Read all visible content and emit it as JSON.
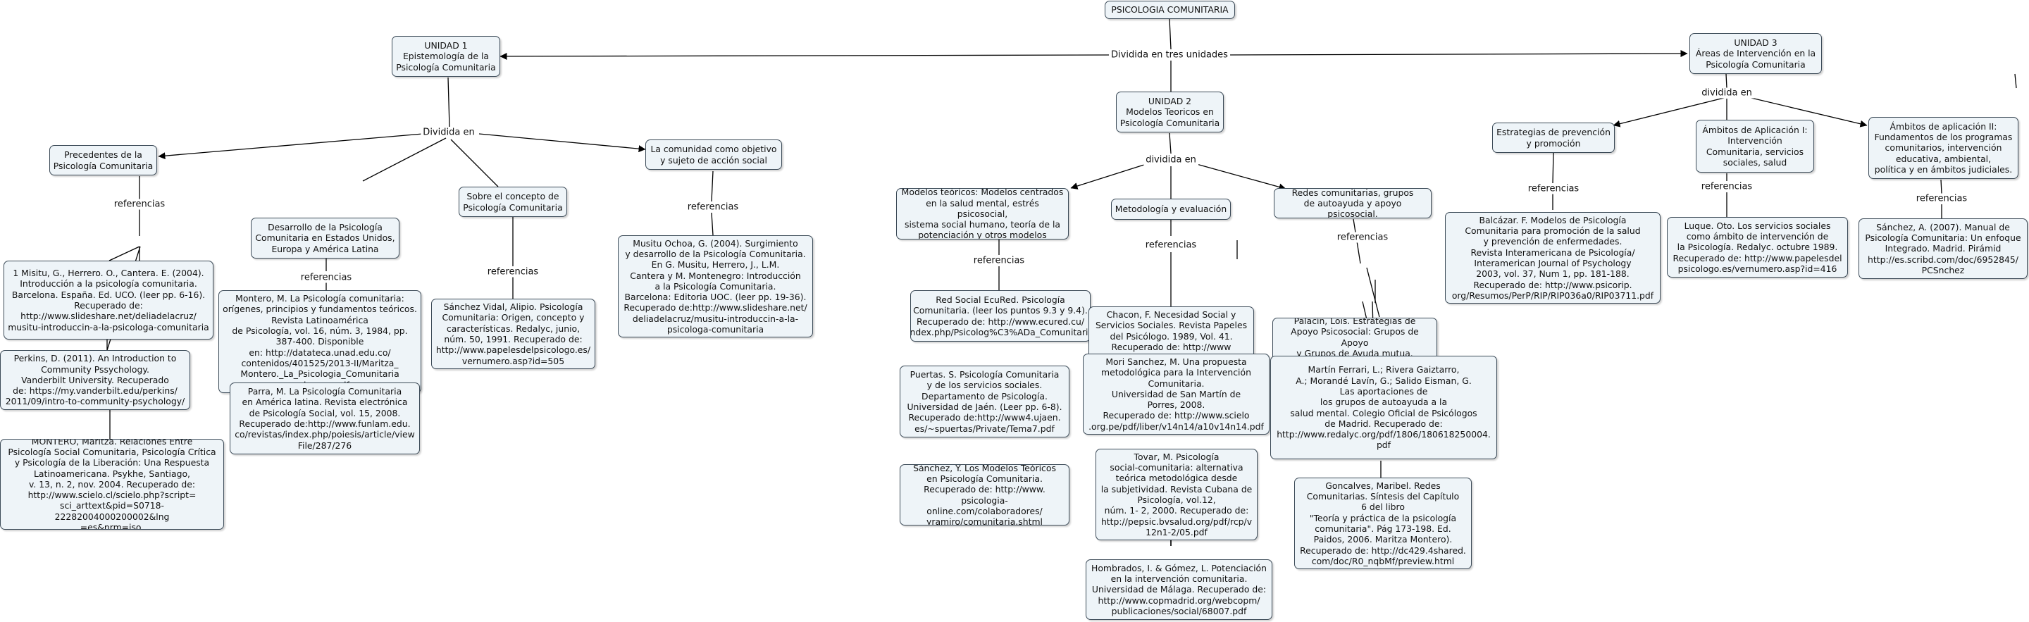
{
  "map": {
    "root": "PSICOLOGIA COMUNITARIA",
    "unidad1": "UNIDAD 1\nEpistemología de la\nPsicología Comunitaria",
    "unidad2": "UNIDAD 2\nModelos Teoricos en\nPsicología Comunitaria",
    "unidad3": "UNIDAD 3\nÁreas de Intervención en la\nPsicología Comunitaria",
    "u1_precedentes": "Precedentes de la\nPsicología Comunitaria",
    "u1_desarrollo": "Desarrollo de la Psicología\nComunitaria en Estados Unidos,\nEuropa y América Latina",
    "u1_concepto": "Sobre el concepto de\nPsicología Comunitaria",
    "u1_comunidad": "La comunidad como objetivo\ny sujeto de acción social",
    "u2_modelos": "Modelos teóricos: Modelos centrados\nen la salud mental, estrés psicosocial,\nsistema social humano, teoría de la\npotenciación y otros modelos",
    "u2_metodologia": "Metodología y evaluación",
    "u2_redes": "Redes comunitarias, grupos\nde autoayuda y apoyo psicosocial.",
    "u3_prevencion": "Estrategias de prevención\ny promoción",
    "u3_ambitos1": "Ámbitos de Aplicación I:\nIntervención\nComunitaria, servicios\nsociales, salud",
    "u3_ambitos2": "Ámbitos de aplicación II:\nFundamentos de los programas\ncomunitarios, intervención\neducativa, ambiental,\npolítica y en ámbitos judiciales.",
    "ref_misitu1": "1 Misitu, G., Herrero. O., Cantera. E. (2004).\nIntroducción a la psicología comunitaria.\nBarcelona. España. Ed. UCO. (leer pp. 6-16).\nRecuperado de:\nhttp://www.slideshare.net/deliadelacruz/\nmusitu-introduccin-a-la-psicologa-comunitaria",
    "ref_perkins": "Perkins, D. (2011). An Introduction to\nCommunity Pssychology.\nVanderbilt University. Recuperado\nde: https://my.vanderbilt.edu/perkins/\n2011/09/intro-to-community-psychology/",
    "ref_montero_maritza": "MONTERO, Maritza. Relaciones Entre\nPsicología Social Comunitaria, Psicología Crítica\ny Psicología de la Liberación: Una Respuesta\nLatinoamericana. Psykhe, Santiago,\nv. 13, n. 2, nov. 2004. Recuperado de:\nhttp://www.scielo.cl/scielo.php?script=\nsci_arttext&pid=S0718-22282004000200002&lng\n=es&nrm=iso.",
    "ref_montero": "Montero, M. La Psicología comunitaria:\norígenes, principios y fundamentos teóricos.\nRevista Latinoamérica\nde Psicología, vol. 16, núm. 3, 1984, pp.\n387-400. Disponible\nen: http://datateca.unad.edu.co/\ncontenidos/401525/2013-II/Maritza_\nMontero._La_Psicologia_Comunitaria\n_origenes.pdf",
    "ref_parra": "Parra, M. La Psicología Comunitaria\nen América latina. Revista electrónica\nde Psicología Social, vol. 15, 2008.\nRecuperado de:http://www.funlam.edu.\nco/revistas/index.php/poiesis/article/view\nFile/287/276",
    "ref_sanchez_vidal": "Sánchez Vidal, Alipio. Psicología\nComunitaria: Origen, concepto y\ncaracterísticas. Redalyc, junio,\nnúm. 50, 1991. Recuperado de:\nhttp://www.papelesdelpsicologo.es/\nvernumero.asp?id=505",
    "ref_musitu_ochoa": "Musitu Ochoa, G. (2004). Surgimiento\ny desarrollo de la Psicología Comunitaria.\nEn G. Musitu, Herrero, J., L.M.\nCantera y M. Montenegro: Introducción\na la Psicología Comunitaria.\nBarcelona: Editoria UOC. (leer pp. 19-36).\nRecuperado de:http://www.slideshare.net/\ndeliadelacruz/musitu-introduccin-a-la-\npsicologa-comunitaria",
    "ref_ecured": "Red Social EcuRed. Psicología\nComunitaria. (leer los puntos 9.3 y 9.4).\nRecuperado de: http://www.ecured.cu/\nindex.php/Psicolog%C3%ADa_Comunitaria",
    "ref_puertas": "Puertas. S. Psicología Comunitaria\ny de los servicios sociales.\nDepartamento de Psicología.\nUniversidad de Jaén. (Leer pp. 6-8).\nRecuperado de:http://www4.ujaen.\nes/~spuertas/Private/Tema7.pdf",
    "ref_sanchez_y": "Sánchez, Y. Los Modelos Teóricos\nen Psicología Comunitaria.\nRecuperado de: http://www.\npsicologia-online.com/colaboradores/\nyramiro/comunitaria.shtml",
    "ref_chacon": "Chacon, F. Necesidad Social y\nServicios Sociales. Revista Papeles\ndel Psicólogo. 1989, Vol. 41.\nRecuperado de: http://www\n.papelesdelpsicologo.es/vernumero.\nasp?id=414",
    "ref_mori": "Mori Sanchez, M. Una propuesta\nmetodológica para la Intervención\nComunitaria.\nUniversidad de San Martín de\nPorres, 2008.\nRecuperado de: http://www.scielo\n.org.pe/pdf/liber/v14n14/a10v14n14.pdf",
    "ref_tovar": "Tovar, M. Psicología\nsocial-comunitaria: alternativa\nteórica metodológica desde\nla subjetividad. Revista Cubana de\nPsicología, vol.12,\nnúm. 1- 2, 2000. Recuperado de:\nhttp://pepsic.bvsalud.org/pdf/rcp/v\n12n1-2/05.pdf",
    "ref_hombrados": "Hombrados, I. & Gómez, L. Potenciación\nen la intervención comunitaria.\nUniversidad de Málaga. Recuperado de:\nhttp://www.copmadrid.org/webcopm/\npublicaciones/social/68007.pdf",
    "ref_palacin": "Palacín, Lois. Estrategias de\nApoyo Psicosocial: Grupos de Apoyo\ny Grupos de Ayuda mutua.\nRecuperado de: http://www.\nacnefi.org/revista/n00720.htm",
    "ref_martin": "Martín Ferrari, L.; Rivera Gaiztarro,\nA.; Morandé Lavín, G.; Salido Eisman, G.\nLas aportaciones de\nlos grupos de autoayuda a la\nsalud mental. Colegio Oficial de Psicólogos\nde Madrid. Recuperado de:\nhttp://www.redalyc.org/pdf/1806/180618250004.\npdf",
    "ref_goncalves": "Goncalves, Maribel. Redes\nComunitarias. Síntesis del Capítulo\n6 del libro\n\"Teoría y práctica de la psicología\ncomunitaria\". Pág 173-198. Ed.\nPaidos, 2006. Maritza Montero).\nRecuperado de: http://dc429.4shared.\ncom/doc/R0_nqbMf/preview.html",
    "ref_balcazar": "Balcázar. F. Modelos de Psicología\nComunitaria para promoción de la salud\ny prevención de enfermedades.\nRevista Interamericana de Psicología/\nInteramerican Journal of Psychology\n2003, vol. 37, Num 1, pp. 181-188.\nRecuperado de: http://www.psicorip.\norg/Resumos/PerP/RIP/RIP036a0/RIP03711.pdf",
    "ref_luque": "Luque. Oto. Los servicios sociales\ncomo ámbito de intervención de\nla Psicología. Redalyc. octubre 1989.\nRecuperado de: http://www.papelesdel\npsicologo.es/vernumero.asp?id=416",
    "ref_sanchez_a": "Sánchez, A. (2007). Manual de\nPsicología Comunitaria: Un enfoque\nIntegrado. Madrid. Pirámid\nhttp://es.scribd.com/doc/6952845/\nPCSnchez"
  },
  "links": {
    "dividida_tres": "Dividida en tres unidades",
    "dividida_en_1": "Dividida en",
    "dividida_en_2": "dividida en",
    "dividida_en_3": "dividida en",
    "referencias": "referencias"
  }
}
